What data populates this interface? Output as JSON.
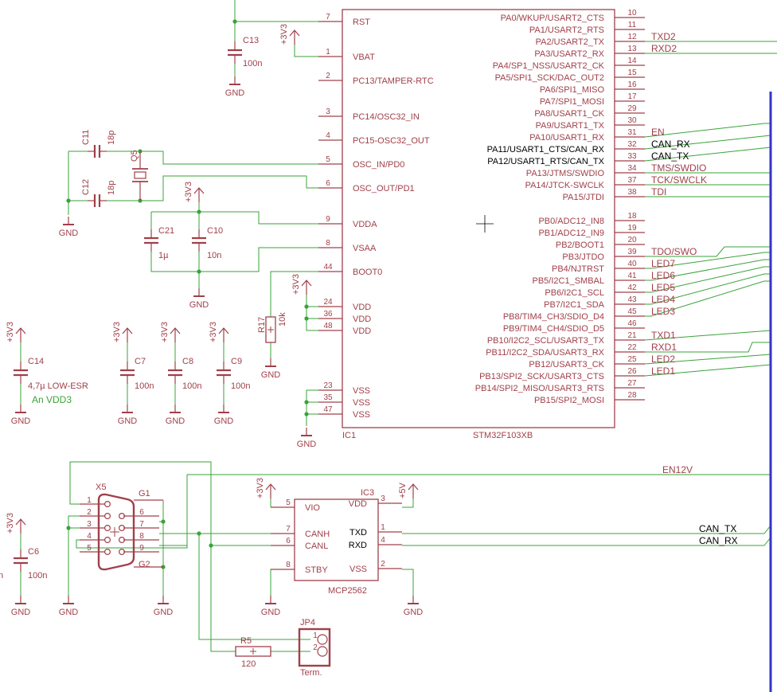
{
  "colors": {
    "wire": "#3aa33a",
    "part": "#a0404a",
    "bus": "#3434c8",
    "text": "#a0404a",
    "strong_text": "#000000",
    "background": "#ffffff"
  },
  "ic1": {
    "name": "IC1",
    "value": "STM32F103XB",
    "left_pins": [
      {
        "num": "7",
        "name": "RST"
      },
      {
        "num": "1",
        "name": "VBAT"
      },
      {
        "num": "2",
        "name": "PC13/TAMPER-RTC"
      },
      {
        "num": "3",
        "name": "PC14/OSC32_IN"
      },
      {
        "num": "4",
        "name": "PC15-OSC32_OUT"
      },
      {
        "num": "5",
        "name": "OSC_IN/PD0"
      },
      {
        "num": "6",
        "name": "OSC_OUT/PD1"
      },
      {
        "num": "9",
        "name": "VDDA"
      },
      {
        "num": "8",
        "name": "VSAA"
      },
      {
        "num": "44",
        "name": "BOOT0"
      },
      {
        "num": "24",
        "name": "VDD"
      },
      {
        "num": "36",
        "name": "VDD"
      },
      {
        "num": "48",
        "name": "VDD"
      },
      {
        "num": "23",
        "name": "VSS"
      },
      {
        "num": "35",
        "name": "VSS"
      },
      {
        "num": "47",
        "name": "VSS"
      }
    ],
    "right_pins": [
      {
        "num": "10",
        "name": "PA0/WKUP/USART2_CTS",
        "net": ""
      },
      {
        "num": "11",
        "name": "PA1/USART2_RTS",
        "net": ""
      },
      {
        "num": "12",
        "name": "PA2/USART2_TX",
        "net": "TXD2"
      },
      {
        "num": "13",
        "name": "PA3/USART2_RX",
        "net": "RXD2"
      },
      {
        "num": "14",
        "name": "PA4/SP1_NSS/USART2_CK",
        "net": ""
      },
      {
        "num": "15",
        "name": "PA5/SPI1_SCK/DAC_OUT2",
        "net": ""
      },
      {
        "num": "16",
        "name": "PA6/SPI1_MISO",
        "net": ""
      },
      {
        "num": "17",
        "name": "PA7/SPI1_MOSI",
        "net": ""
      },
      {
        "num": "29",
        "name": "PA8/USART1_CK",
        "net": ""
      },
      {
        "num": "30",
        "name": "PA9/USART1_TX",
        "net": ""
      },
      {
        "num": "31",
        "name": "PA10/USART1_RX",
        "net": "EN"
      },
      {
        "num": "32",
        "name": "PA11/USART1_CTS/CAN_RX",
        "net": "CAN_RX"
      },
      {
        "num": "33",
        "name": "PA12/USART1_RTS/CAN_TX",
        "net": "CAN_TX"
      },
      {
        "num": "34",
        "name": "PA13/JTMS/SWDIO",
        "net": "TMS/SWDIO"
      },
      {
        "num": "37",
        "name": "PA14/JTCK-SWCLK",
        "net": "TCK/SWCLK"
      },
      {
        "num": "38",
        "name": "PA15/JTDI",
        "net": "TDI"
      },
      {
        "num": "18",
        "name": "PB0/ADC12_IN8",
        "net": ""
      },
      {
        "num": "19",
        "name": "PB1/ADC12_IN9",
        "net": ""
      },
      {
        "num": "20",
        "name": "PB2/BOOT1",
        "net": ""
      },
      {
        "num": "39",
        "name": "PB3/JTDO",
        "net": "TDO/SWO"
      },
      {
        "num": "40",
        "name": "PB4/NJTRST",
        "net": "LED7"
      },
      {
        "num": "41",
        "name": "PB5/I2C1_SMBAL",
        "net": "LED6"
      },
      {
        "num": "42",
        "name": "PB6/I2C1_SCL",
        "net": "LED5"
      },
      {
        "num": "43",
        "name": "PB7/I2C1_SDA",
        "net": "LED4"
      },
      {
        "num": "45",
        "name": "PB8/TIM4_CH3/SDIO_D4",
        "net": "LED3"
      },
      {
        "num": "46",
        "name": "PB9/TIM4_CH4/SDIO_D5",
        "net": ""
      },
      {
        "num": "21",
        "name": "PB10/I2C2_SCL/USART3_TX",
        "net": "TXD1"
      },
      {
        "num": "22",
        "name": "PB11/I2C2_SDA/USART3_RX",
        "net": "RXD1"
      },
      {
        "num": "25",
        "name": "PB12/USART3_CK",
        "net": "LED2"
      },
      {
        "num": "26",
        "name": "PB13/SPI2_SCK/USART3_CTS",
        "net": "LED1"
      },
      {
        "num": "27",
        "name": "PB14/SPI2_MISO/USART3_RTS",
        "net": ""
      },
      {
        "num": "28",
        "name": "PB15/SPI2_MOSI",
        "net": ""
      }
    ]
  },
  "caps": {
    "c13": {
      "name": "C13",
      "value": "100n"
    },
    "c11": {
      "name": "C11",
      "value": "18p"
    },
    "c12": {
      "name": "C12",
      "value": "18p"
    },
    "c21": {
      "name": "C21",
      "value": "1µ"
    },
    "c10": {
      "name": "C10",
      "value": "10n"
    },
    "c14": {
      "name": "C14",
      "value": "4,7µ LOW-ESR",
      "note": "An VDD3"
    },
    "c7": {
      "name": "C7",
      "value": "100n"
    },
    "c8": {
      "name": "C8",
      "value": "100n"
    },
    "c9": {
      "name": "C9",
      "value": "100n"
    },
    "c6": {
      "name": "C6",
      "value": "100n"
    }
  },
  "crystal": {
    "name": "Q5"
  },
  "r17": {
    "name": "R17",
    "value": "10k"
  },
  "r5": {
    "name": "R5",
    "value": "120"
  },
  "x5": {
    "name": "X5",
    "g1": "G1",
    "g2": "G2",
    "pins": [
      "1",
      "2",
      "3",
      "4",
      "5",
      "6",
      "7",
      "8",
      "9"
    ]
  },
  "ic3": {
    "name": "IC3",
    "value": "MCP2562",
    "pins": {
      "vio": {
        "num": "5",
        "name": "VIO"
      },
      "canh": {
        "num": "7",
        "name": "CANH"
      },
      "canl": {
        "num": "6",
        "name": "CANL"
      },
      "stby": {
        "num": "8",
        "name": "STBY"
      },
      "vdd": {
        "num": "3",
        "name": "VDD"
      },
      "txd": {
        "num": "1",
        "name": "TXD"
      },
      "rxd": {
        "num": "4",
        "name": "RXD"
      },
      "vss": {
        "num": "2",
        "name": "VSS"
      }
    }
  },
  "jp4": {
    "name": "JP4",
    "value": "Term.",
    "pins": [
      "1",
      "2"
    ]
  },
  "nets": {
    "en12v": "EN12V",
    "can_tx": "CAN_TX",
    "can_rx": "CAN_RX",
    "gnd": "GND",
    "v33": "+3V3",
    "v5": "+5V",
    "partial_n": "n"
  }
}
